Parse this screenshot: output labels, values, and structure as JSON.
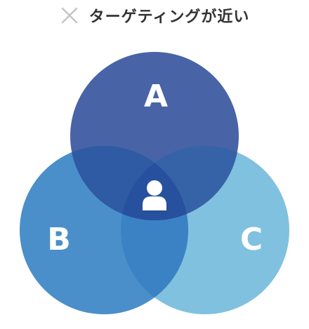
{
  "header": {
    "icon": "x-mark-icon",
    "icon_color": "#c4c4c4",
    "title": "ターゲティングが近い",
    "title_color": "#333333"
  },
  "venn": {
    "sets": [
      {
        "id": "a",
        "label": "A",
        "color": "#3d5da3"
      },
      {
        "id": "b",
        "label": "B",
        "color": "#3f86c6"
      },
      {
        "id": "c",
        "label": "C",
        "color": "#7fc1df"
      }
    ],
    "center_icon": "person-icon",
    "center_icon_color": "#ffffff"
  }
}
